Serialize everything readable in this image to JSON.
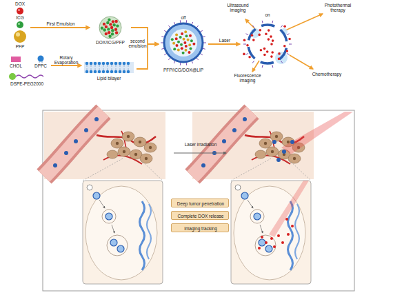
{
  "diagram": {
    "nodes": [
      {
        "text": [
          "DOX"
        ]
      },
      {
        "text": [
          "ICG"
        ]
      },
      {
        "text": [
          "PFP"
        ]
      },
      {
        "text": [
          "DOX/ICG/PFP"
        ]
      },
      {
        "text": [
          "CHOL"
        ]
      },
      {
        "text": [
          "DPPC"
        ]
      },
      {
        "text": [
          "DSPE-PEG2000"
        ]
      },
      {
        "text": [
          "Lipid bilayer"
        ]
      },
      {
        "text": [
          "off",
          "PFP/ICG/DOX@LIP"
        ]
      },
      {
        "text": [
          "on"
        ]
      },
      {
        "text": [
          "Deep tumor penetration"
        ]
      },
      {
        "text": [
          "Complete DOX release"
        ]
      },
      {
        "text": [
          "Imaging tracking"
        ]
      }
    ],
    "edges": [
      {
        "from": 1,
        "to": 3,
        "label": "First Emulsion",
        "arrow": "to"
      },
      {
        "from": 5,
        "to": 7,
        "label": "Rotary Evaporation",
        "arrow": "to"
      },
      {
        "from": 3,
        "to": 8,
        "label": "second emulsion",
        "arrow": "to"
      },
      {
        "from": 7,
        "to": 8,
        "arrow": "to"
      },
      {
        "from": 8,
        "to": 9,
        "label": "Laser",
        "arrow": "to"
      }
    ],
    "labels": [
      "Ultrasound imaging",
      "Photothermal therapy",
      "Fluorescence imaging",
      "Chemotherapy",
      "Laser irradiation"
    ]
  }
}
